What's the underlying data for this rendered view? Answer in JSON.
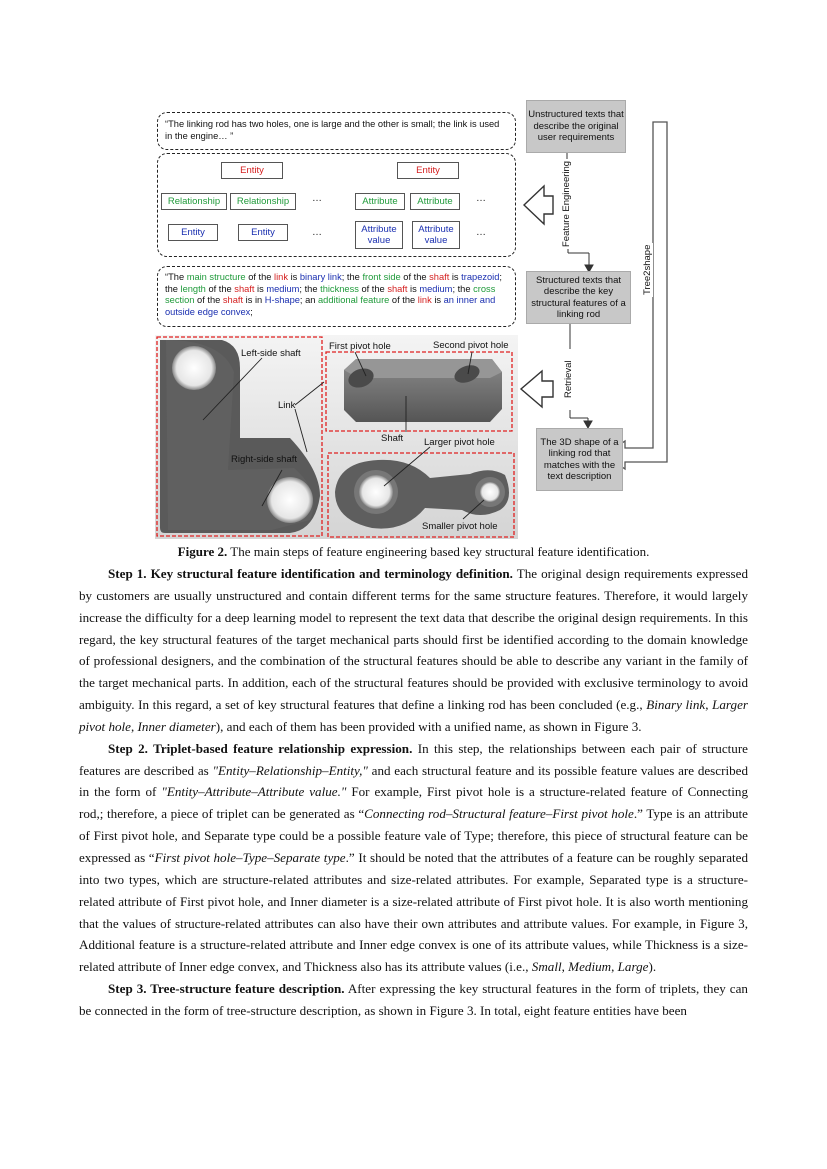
{
  "figure": {
    "top_quote": "“The linking rod has two holes, one is large and the other is small; the link is used in the engine… ”",
    "tree_left": {
      "root": "Entity",
      "relation_1": "Relationship",
      "relation_2": "Relationship",
      "leaf_1": "Entity",
      "leaf_2": "Entity",
      "ellipsis": "…"
    },
    "tree_right": {
      "root": "Entity",
      "attr_1": "Attribute",
      "attr_2": "Attribute",
      "value_1": "Attribute value",
      "value_2": "Attribute value",
      "ellipsis": "…"
    },
    "structured_quote_parts": [
      {
        "t": "“The ",
        "c": ""
      },
      {
        "t": "main structure",
        "c": "green"
      },
      {
        "t": " of the ",
        "c": ""
      },
      {
        "t": "link",
        "c": "red"
      },
      {
        "t": " is ",
        "c": ""
      },
      {
        "t": "binary link",
        "c": "blue"
      },
      {
        "t": "; the ",
        "c": ""
      },
      {
        "t": "front side",
        "c": "green"
      },
      {
        "t": " of the ",
        "c": ""
      },
      {
        "t": "shaft",
        "c": "red"
      },
      {
        "t": " is ",
        "c": ""
      },
      {
        "t": "trapezoid",
        "c": "blue"
      },
      {
        "t": "; the ",
        "c": ""
      },
      {
        "t": "length",
        "c": "green"
      },
      {
        "t": " of the ",
        "c": ""
      },
      {
        "t": "shaft",
        "c": "red"
      },
      {
        "t": " is ",
        "c": ""
      },
      {
        "t": "medium",
        "c": "blue"
      },
      {
        "t": "; the ",
        "c": ""
      },
      {
        "t": "thickness",
        "c": "green"
      },
      {
        "t": " of the ",
        "c": ""
      },
      {
        "t": "shaft",
        "c": "red"
      },
      {
        "t": " is ",
        "c": ""
      },
      {
        "t": "medium",
        "c": "blue"
      },
      {
        "t": "; the ",
        "c": ""
      },
      {
        "t": "cross section",
        "c": "green"
      },
      {
        "t": " of the ",
        "c": ""
      },
      {
        "t": "shaft",
        "c": "red"
      },
      {
        "t": " is in ",
        "c": ""
      },
      {
        "t": "H-shape",
        "c": "blue"
      },
      {
        "t": "; an ",
        "c": ""
      },
      {
        "t": "additional feature",
        "c": "green"
      },
      {
        "t": " of the ",
        "c": ""
      },
      {
        "t": "link",
        "c": "red"
      },
      {
        "t": " is ",
        "c": ""
      },
      {
        "t": "an inner and outside edge convex",
        "c": "blue"
      },
      {
        "t": ";",
        "c": ""
      }
    ],
    "right_flow": {
      "box_1": "Unstructured texts that describe the original user requirements",
      "step_1": "Feature Engineering",
      "box_2": "Structured texts that describe the key structural features of a linking rod",
      "step_2": "Retrieval",
      "box_3": "The 3D shape of a linking rod that matches with the text description",
      "side": "Tree2shape"
    },
    "photo_labels": {
      "left_shaft": "Left-side shaft",
      "right_shaft": "Right-side shaft",
      "link": "Link",
      "first_hole": "First pivot hole",
      "second_hole": "Second pivot hole",
      "shaft": "Shaft",
      "larger_hole": "Larger pivot hole",
      "smaller_hole": "Smaller pivot hole"
    },
    "colors": {
      "entity": "#d42020",
      "relation": "#1f9a3a",
      "leaf": "#1a2fb0",
      "dashed_frame": "#e02020"
    }
  },
  "caption": {
    "label": "Figure 2.",
    "text": " The main steps of feature engineering based key structural feature identification."
  },
  "paragraphs": [
    [
      {
        "t": "Step 1. Key structural feature identification and terminology definition.",
        "s": "b"
      },
      {
        "t": " The original design requirements expressed by customers are usually unstructured and contain different terms for the same structure features. Therefore, it would largely increase the difficulty for a deep learning model to represent the text data that describe the original design requirements. In this regard, the key structural features of the target mechanical parts should first be identified according to the domain knowledge of professional designers, and the combination of the structural features should be able to describe any variant in the family of the target mechanical parts. In addition, each of the structural features should be provided with exclusive terminology to avoid ambiguity. In this regard, a set of key structural features that define a linking rod has been concluded (e.g., ",
        "s": ""
      },
      {
        "t": "Binary link",
        "s": "i"
      },
      {
        "t": ", ",
        "s": ""
      },
      {
        "t": "Larger pivot hole",
        "s": "i"
      },
      {
        "t": ", ",
        "s": ""
      },
      {
        "t": "Inner diameter",
        "s": "i"
      },
      {
        "t": "), and each of them has been provided with a unified name, as shown in Figure 3.",
        "s": ""
      }
    ],
    [
      {
        "t": "Step 2. Triplet-based feature relationship expression.",
        "s": "b"
      },
      {
        "t": " In this step, the relationships between each pair of structure features are described as ",
        "s": ""
      },
      {
        "t": "\"Entity–Relationship–Entity,\"",
        "s": "i"
      },
      {
        "t": " and each structural feature and its possible feature values are described in the form of ",
        "s": ""
      },
      {
        "t": "\"Entity–Attribute–Attribute value.\"",
        "s": "i"
      },
      {
        "t": " For example, First pivot hole is a structure-related feature of Connecting rod,; therefore, a piece of triplet can be generated as “",
        "s": ""
      },
      {
        "t": "Connecting rod–Structural feature–First pivot hole",
        "s": "i"
      },
      {
        "t": ".” Type is an attribute of First pivot hole, and Separate type could be a possible feature vale of Type; therefore, this piece of structural feature can be expressed as “",
        "s": ""
      },
      {
        "t": "First pivot hole–Type–Separate type",
        "s": "i"
      },
      {
        "t": ".” It should be noted that the attributes of a feature can be roughly separated into two types, which are structure-related attributes and size-related attributes. For example, Separated type is a structure-related attribute of First pivot hole, and Inner diameter is a size-related attribute of First pivot hole. It is also worth mentioning that the values of structure-related attributes can also have their own attributes and attribute values. For example, in Figure 3, Additional feature is a structure-related attribute and Inner edge convex is one of its attribute values, while Thickness is a size-related attribute of Inner edge convex, and Thickness also has its attribute values (i.e., ",
        "s": ""
      },
      {
        "t": "Small",
        "s": "i"
      },
      {
        "t": ", ",
        "s": ""
      },
      {
        "t": "Medium",
        "s": "i"
      },
      {
        "t": ", ",
        "s": ""
      },
      {
        "t": "Large",
        "s": "i"
      },
      {
        "t": ").",
        "s": ""
      }
    ],
    [
      {
        "t": "Step 3. Tree-structure feature description.",
        "s": "b"
      },
      {
        "t": " After expressing the key structural features in the form of triplets, they can be connected in the form of tree-structure description, as shown in Figure 3. In total, eight feature entities have been",
        "s": ""
      }
    ]
  ]
}
